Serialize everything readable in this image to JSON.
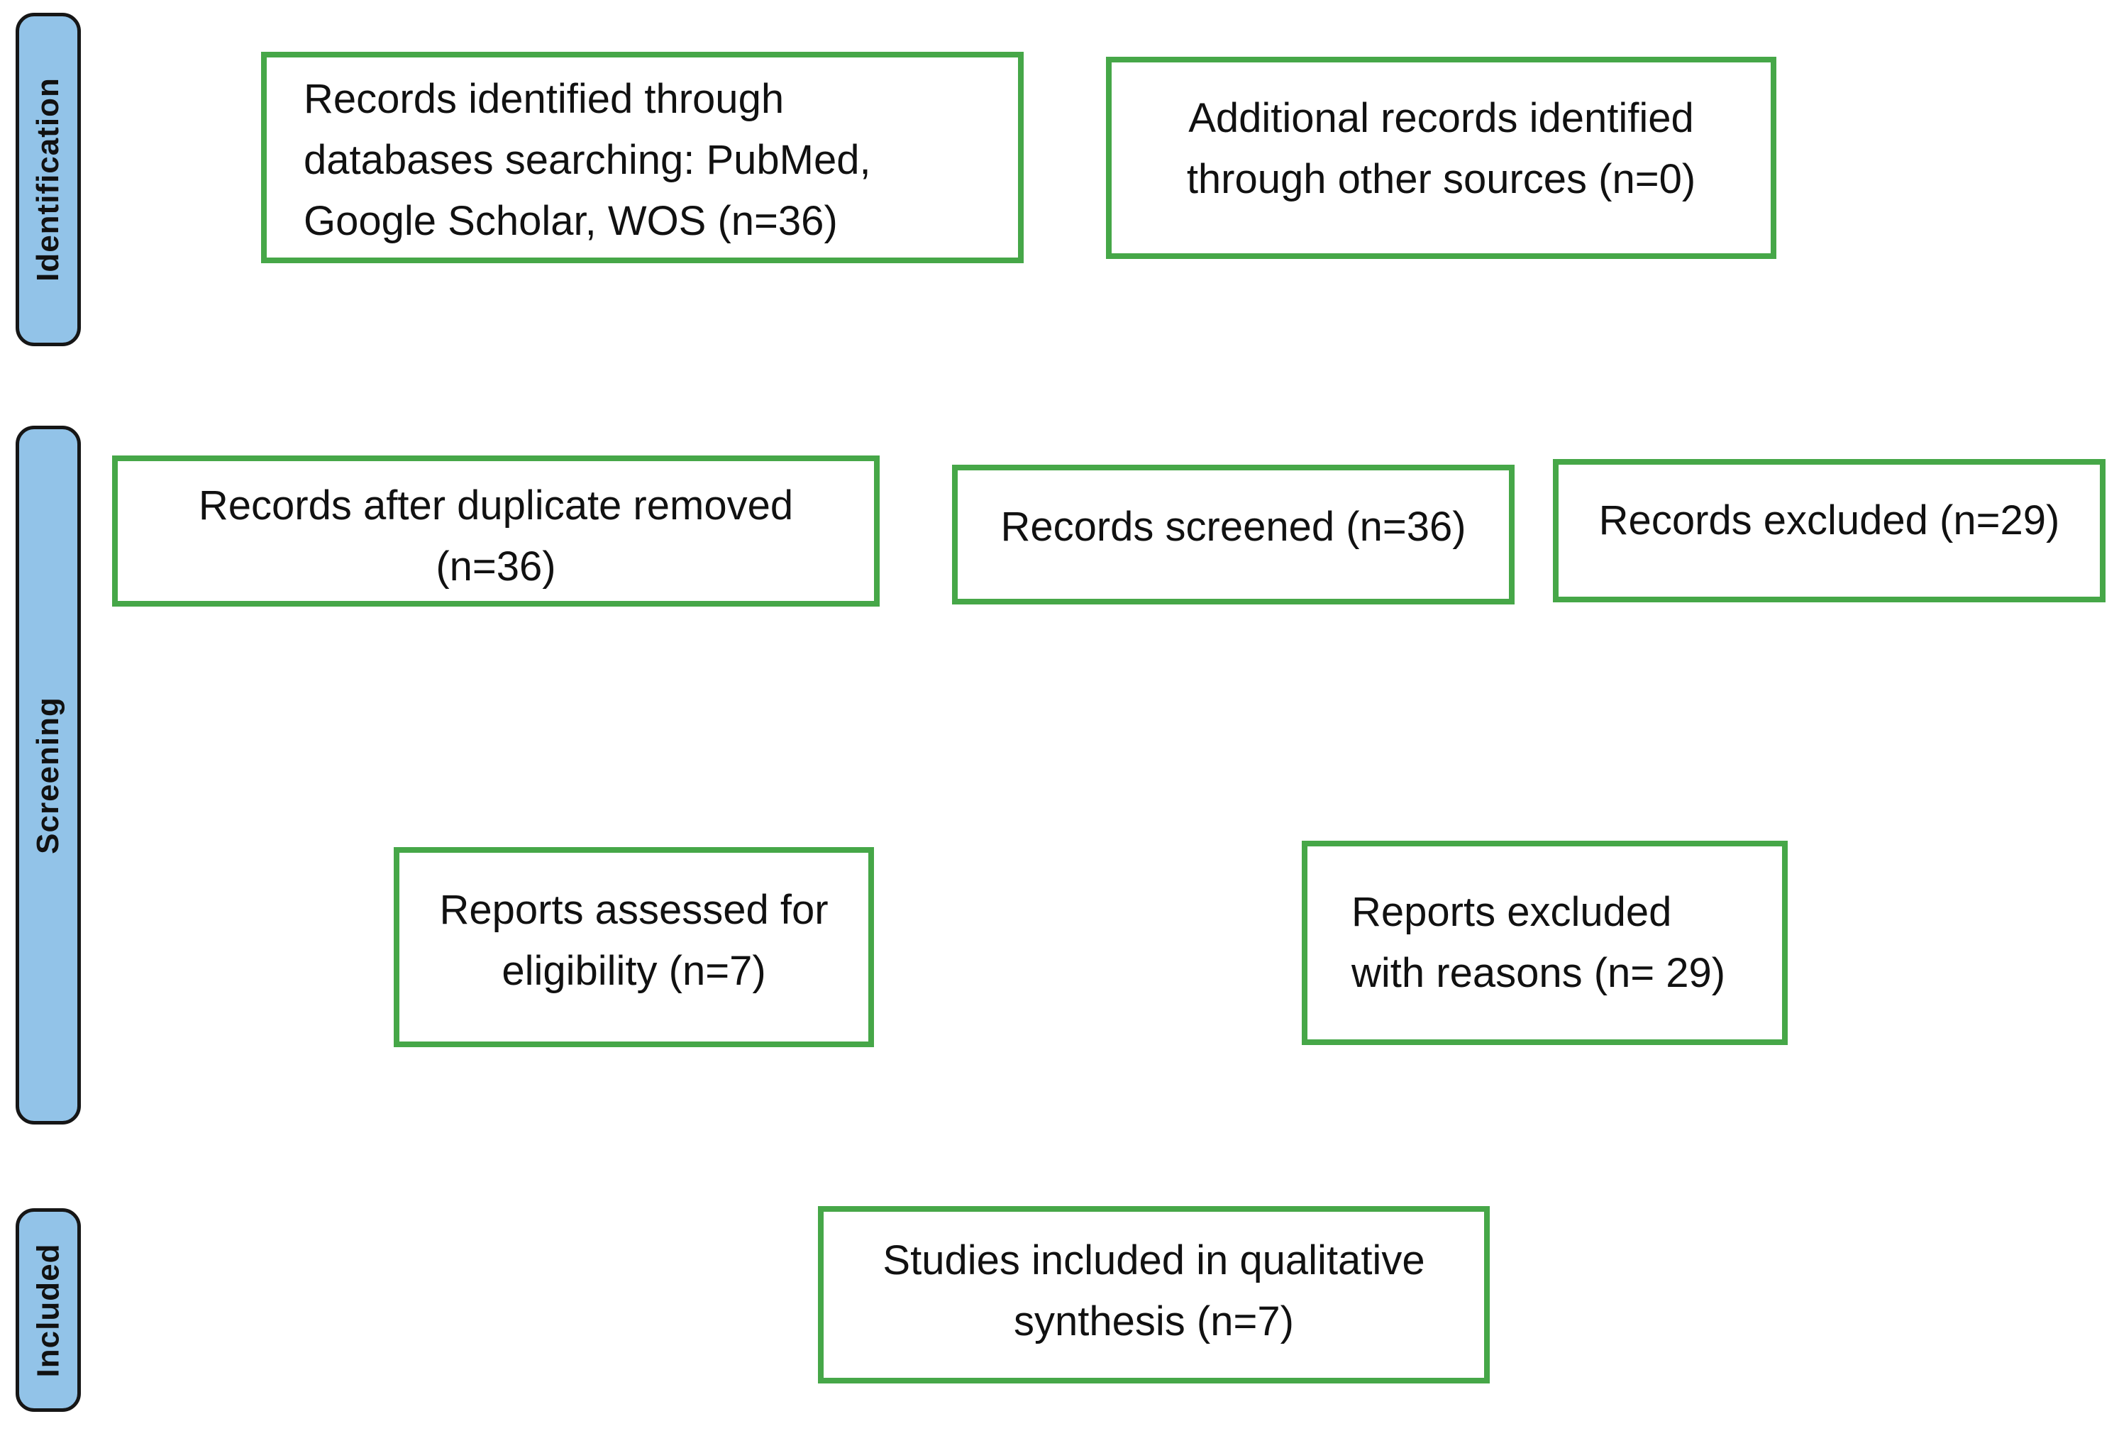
{
  "flow": {
    "stages": [
      {
        "label": "Identification"
      },
      {
        "label": "Screening"
      },
      {
        "label": "Included"
      }
    ],
    "boxes": [
      {
        "name": "records-identified",
        "lines": [
          "Records identified through",
          "databases searching: PubMed,",
          "Google Scholar, WOS (n=36)"
        ],
        "n": 36
      },
      {
        "name": "additional-records",
        "lines": [
          "Additional records identified",
          "through other sources (n=0)"
        ],
        "n": 0
      },
      {
        "name": "records-after-duplicates",
        "lines": [
          "Records after duplicate removed",
          "(n=36)"
        ],
        "n": 36
      },
      {
        "name": "records-screened",
        "lines": [
          "Records screened (n=36)"
        ],
        "n": 36
      },
      {
        "name": "records-excluded",
        "lines": [
          "Records excluded (n=29)"
        ],
        "n": 29
      },
      {
        "name": "reports-assessed",
        "lines": [
          "Reports assessed for",
          "eligibility (n=7)"
        ],
        "n": 7
      },
      {
        "name": "reports-excluded",
        "lines": [
          "Reports excluded",
          "with reasons (n= 29)"
        ],
        "n": 29
      },
      {
        "name": "studies-included",
        "lines": [
          "Studies included in qualitative",
          "synthesis (n=7)"
        ],
        "n": 7
      }
    ],
    "colors": {
      "box_border": "#46a748",
      "stage_fill": "#92c3e8",
      "stage_border": "#161616",
      "text": "#111111",
      "background": "#ffffff"
    }
  }
}
